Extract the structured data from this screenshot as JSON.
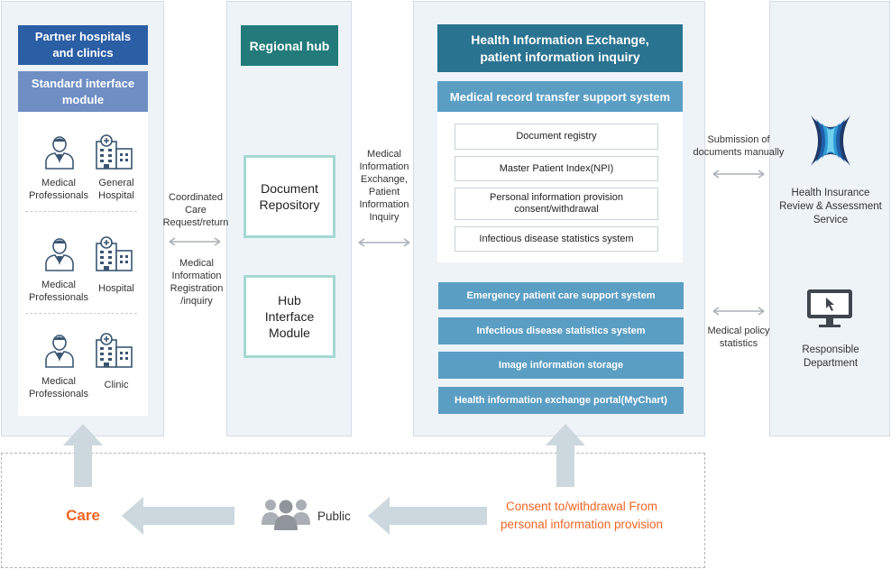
{
  "partners": {
    "title": "Partner hospitals and clinics",
    "module": "Standard interface module",
    "rows": [
      {
        "person": "Medical Professionals",
        "facility": "General Hospital"
      },
      {
        "person": "Medical Professionals",
        "facility": "Hospital"
      },
      {
        "person": "Medical Professionals",
        "facility": "Clinic"
      }
    ]
  },
  "link1": {
    "top": "Coordinated Care Request/return",
    "bottom": "Medical Information Registration /inquiry"
  },
  "hub": {
    "title": "Regional hub",
    "repo": "Document Repository",
    "iface": "Hub Interface Module"
  },
  "link2": {
    "text": "Medical Information Exchange, Patient Information Inquiry"
  },
  "hie": {
    "title": "Health Information Exchange, patient information inquiry",
    "transfer_title": "Medical record transfer support system",
    "transfer_items": [
      "Document registry",
      "Master Patient Index(NPI)",
      "Personal information provision consent/withdrawal",
      "Infectious disease statistics system"
    ],
    "systems": [
      "Emergency patient care support system",
      "Infectious disease statistics system",
      "Image information storage",
      "Health information exchange portal(MyChart)"
    ]
  },
  "link3": {
    "top": "Submission of documents manually",
    "bottom": "Medical policy statistics"
  },
  "right": {
    "hira": "Health Insurance Review & Assessment Service",
    "dept": "Responsible Department"
  },
  "bottom": {
    "care": "Care",
    "public": "Public",
    "consent": "Consent to/withdrawal From personal information provision"
  },
  "colors": {
    "navy": "#2a5ea5",
    "slate": "#6e8ec4",
    "teal": "#227b7a",
    "dark_teal": "#2a7391",
    "light_blue": "#5a9ec4",
    "orange": "#f26522",
    "arrow_gray": "#ccd7de"
  },
  "icons": [
    "doctor-icon",
    "hospital-building-icon",
    "hira-logo-icon",
    "monitor-cursor-icon",
    "people-group-icon"
  ]
}
